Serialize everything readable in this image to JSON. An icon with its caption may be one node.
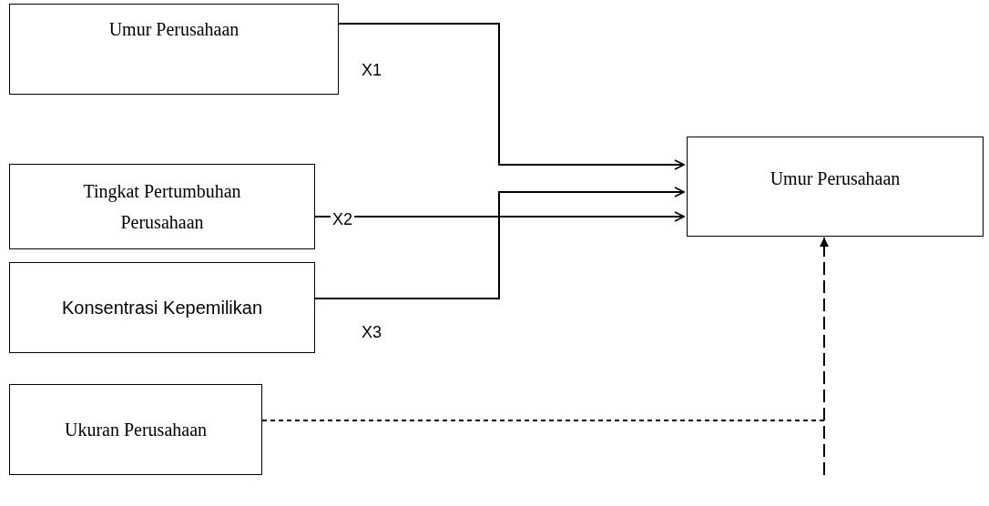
{
  "diagram": {
    "nodes": [
      {
        "text": [
          "Umur Perusahaan"
        ]
      },
      {
        "text": [
          "Tingkat Pertumbuhan Perusahaan"
        ]
      },
      {
        "text": [
          "Konsentrasi Kepemilikan"
        ]
      },
      {
        "text": [
          "Ukuran Perusahaan"
        ]
      },
      {
        "text": [
          "Umur Perusahaan"
        ]
      }
    ],
    "edges": [
      {
        "from": 0,
        "to": 4,
        "arrow": "to",
        "label": "X1"
      },
      {
        "from": 1,
        "to": 4,
        "arrow": "to",
        "label": "X2"
      },
      {
        "from": 2,
        "to": 4,
        "arrow": "to",
        "label": "X3"
      },
      {
        "from": 3,
        "to": 4,
        "arrow": "to",
        "style": "dashed"
      },
      {
        "from": null,
        "to": 4,
        "arrow": "to",
        "style": "dashed"
      }
    ]
  }
}
